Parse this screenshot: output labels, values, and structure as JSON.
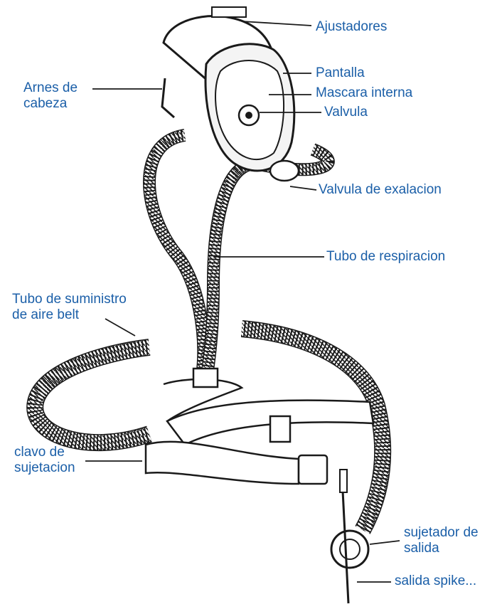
{
  "colors": {
    "label": "#1b5fa8",
    "ink": "#1a1a1a",
    "background": "#ffffff"
  },
  "labels": {
    "ajustadores": "Ajustadores",
    "arnes_line1": "Arnes de",
    "arnes_line2": "cabeza",
    "pantalla": "Pantalla",
    "mascara": "Mascara interna",
    "valvula": "Valvula",
    "valvula_exalacion": "Valvula de exalacion",
    "tubo_respiracion": "Tubo de respiracion",
    "tubo_suministro_line1": "Tubo de suministro",
    "tubo_suministro_line2": "de aire belt",
    "clavo_line1": "clavo de",
    "clavo_line2": "sujetacion",
    "sujetador_line1": "sujetador de",
    "sujetador_line2": "salida",
    "salida_spike": "salida spike..."
  }
}
